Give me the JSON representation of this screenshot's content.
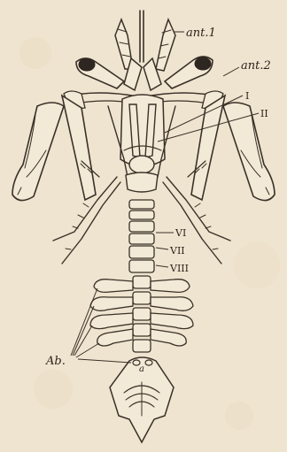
{
  "colors": {
    "paper": "#efe4cf",
    "ink": "#3a3128"
  },
  "labels": {
    "ant1": "ant.1",
    "ant2": "ant.2",
    "roman_I": "I",
    "roman_II": "II",
    "roman_VI": "VI",
    "roman_VII": "VII",
    "roman_VIII": "VIII",
    "ab": "Ab.",
    "small_a": "a"
  }
}
